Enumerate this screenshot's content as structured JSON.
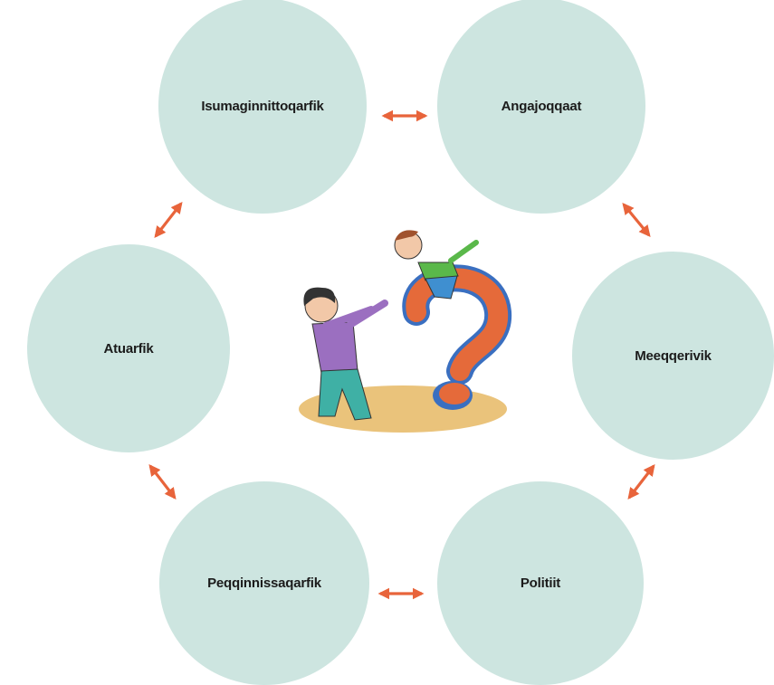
{
  "diagram": {
    "nodes": {
      "top_left": "Isumaginnittoqarfik",
      "top_right": "Angajoqqaat",
      "left": "Atuarfik",
      "right": "Meeqqerivik",
      "bottom_left": "Peqqinnissaqarfik",
      "bottom_right": "Politiit"
    },
    "connector_color": "#e8643b",
    "node_color": "#cde5e0",
    "center_image": "children-question-mark-illustration"
  }
}
